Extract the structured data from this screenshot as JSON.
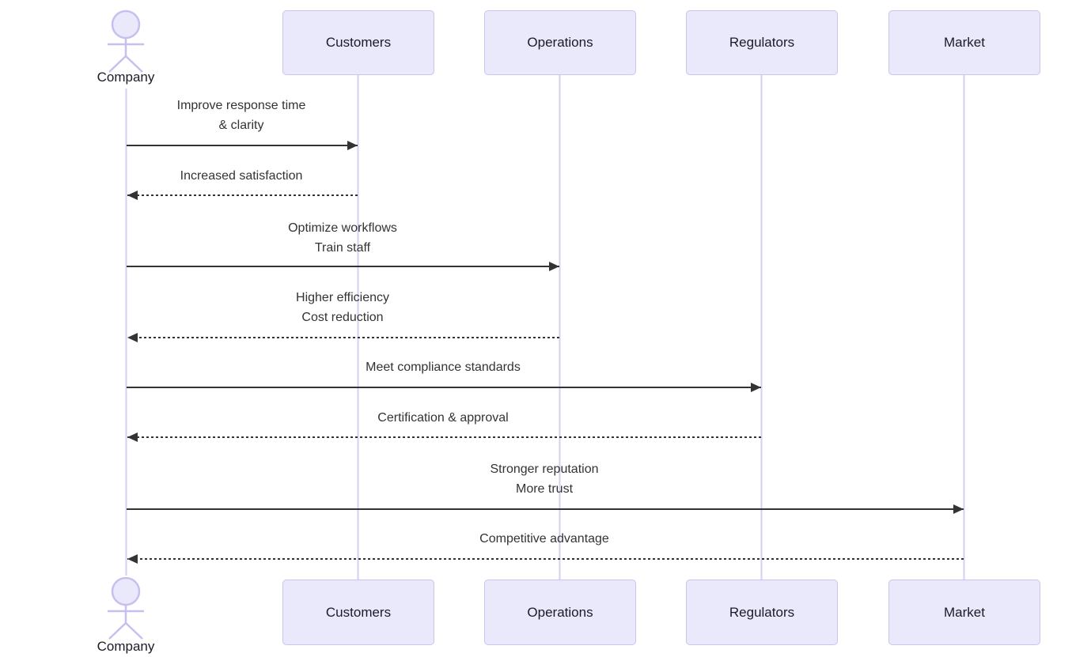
{
  "diagram": {
    "type": "sequence-diagram",
    "actor": {
      "label": "Company"
    },
    "participants": [
      {
        "label": "Customers"
      },
      {
        "label": "Operations"
      },
      {
        "label": "Regulators"
      },
      {
        "label": "Market"
      }
    ],
    "messages": [
      {
        "from": "Company",
        "to": "Customers",
        "arrow": "solid",
        "lines": [
          "Improve response time",
          "& clarity"
        ]
      },
      {
        "from": "Customers",
        "to": "Company",
        "arrow": "dashed",
        "lines": [
          "Increased satisfaction"
        ]
      },
      {
        "from": "Company",
        "to": "Operations",
        "arrow": "solid",
        "lines": [
          "Optimize workflows",
          "Train staff"
        ]
      },
      {
        "from": "Operations",
        "to": "Company",
        "arrow": "dashed",
        "lines": [
          "Higher efficiency",
          "Cost reduction"
        ]
      },
      {
        "from": "Company",
        "to": "Regulators",
        "arrow": "solid",
        "lines": [
          "Meet compliance standards"
        ]
      },
      {
        "from": "Regulators",
        "to": "Company",
        "arrow": "dashed",
        "lines": [
          "Certification & approval"
        ]
      },
      {
        "from": "Company",
        "to": "Market",
        "arrow": "solid",
        "lines": [
          "Stronger reputation",
          "More trust"
        ]
      },
      {
        "from": "Market",
        "to": "Company",
        "arrow": "dashed",
        "lines": [
          "Competitive advantage"
        ]
      }
    ],
    "colors": {
      "participant_fill": "#EAE8FB",
      "participant_border": "#CCC3EE",
      "lifeline": "#D6CFF0",
      "arrow": "#333333",
      "message_text": "#333333",
      "label_text": "#1b1b28"
    }
  }
}
